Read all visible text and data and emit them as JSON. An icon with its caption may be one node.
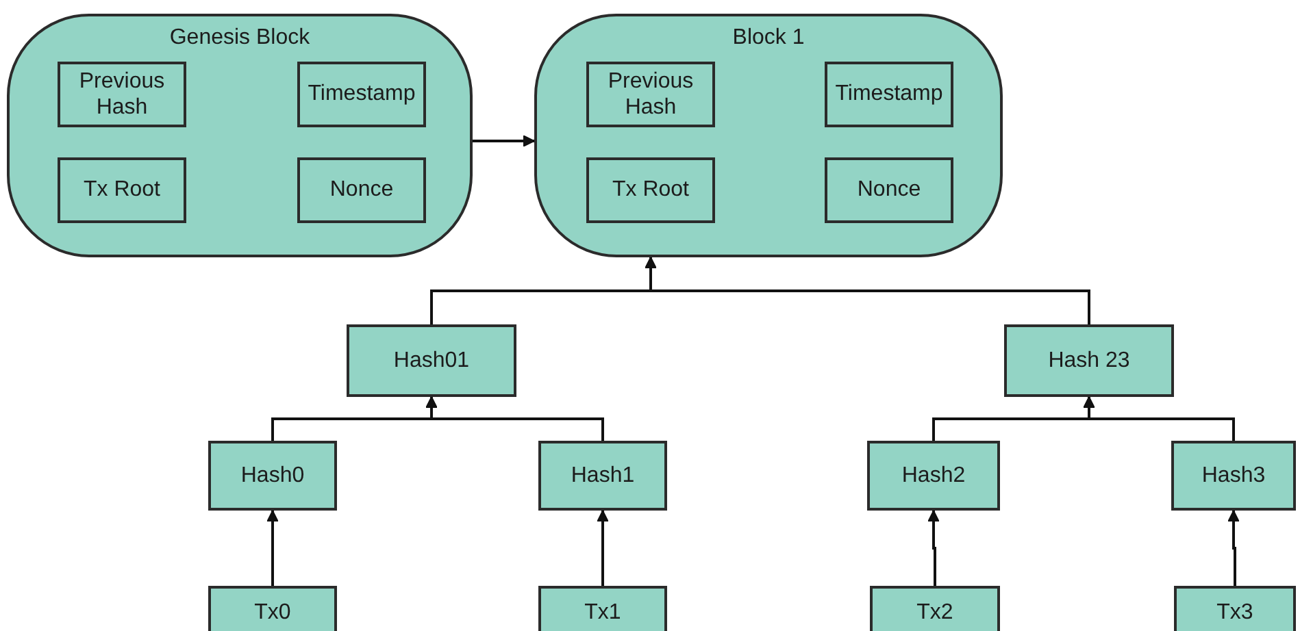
{
  "diagram": {
    "nodes": [
      {
        "text": [
          "Genesis Block"
        ]
      },
      {
        "text": [
          "Previous Hash"
        ],
        "in": 0
      },
      {
        "text": [
          "Timestamp"
        ],
        "in": 0
      },
      {
        "text": [
          "Tx Root"
        ],
        "in": 0
      },
      {
        "text": [
          "Nonce"
        ],
        "in": 0
      },
      {
        "text": [
          "Block 1"
        ]
      },
      {
        "text": [
          "Previous Hash"
        ],
        "in": 5
      },
      {
        "text": [
          "Timestamp"
        ],
        "in": 5
      },
      {
        "text": [
          "Tx Root"
        ],
        "in": 5
      },
      {
        "text": [
          "Nonce"
        ],
        "in": 5
      },
      {
        "text": [
          "Hash01"
        ]
      },
      {
        "text": [
          "Hash 23"
        ]
      },
      {
        "text": [
          "Hash0"
        ]
      },
      {
        "text": [
          "Hash1"
        ]
      },
      {
        "text": [
          "Hash2"
        ]
      },
      {
        "text": [
          "Hash3"
        ]
      },
      {
        "text": [
          "Tx0"
        ]
      },
      {
        "text": [
          "Tx1"
        ]
      },
      {
        "text": [
          "Tx2"
        ]
      },
      {
        "text": [
          "Tx3"
        ]
      }
    ],
    "edges": [
      {
        "from": 0,
        "to": 5,
        "arrow": "to"
      },
      {
        "from": 10,
        "to": 5,
        "arrow": "to"
      },
      {
        "from": 11,
        "to": 5,
        "arrow": "to"
      },
      {
        "from": 12,
        "to": 10,
        "arrow": "to"
      },
      {
        "from": 13,
        "to": 10,
        "arrow": "to"
      },
      {
        "from": 14,
        "to": 11,
        "arrow": "to"
      },
      {
        "from": 15,
        "to": 11,
        "arrow": "to"
      },
      {
        "from": 16,
        "to": 12,
        "arrow": "to"
      },
      {
        "from": 17,
        "to": 13,
        "arrow": "to"
      },
      {
        "from": 18,
        "to": 14,
        "arrow": "to"
      },
      {
        "from": 19,
        "to": 15,
        "arrow": "to"
      }
    ]
  }
}
